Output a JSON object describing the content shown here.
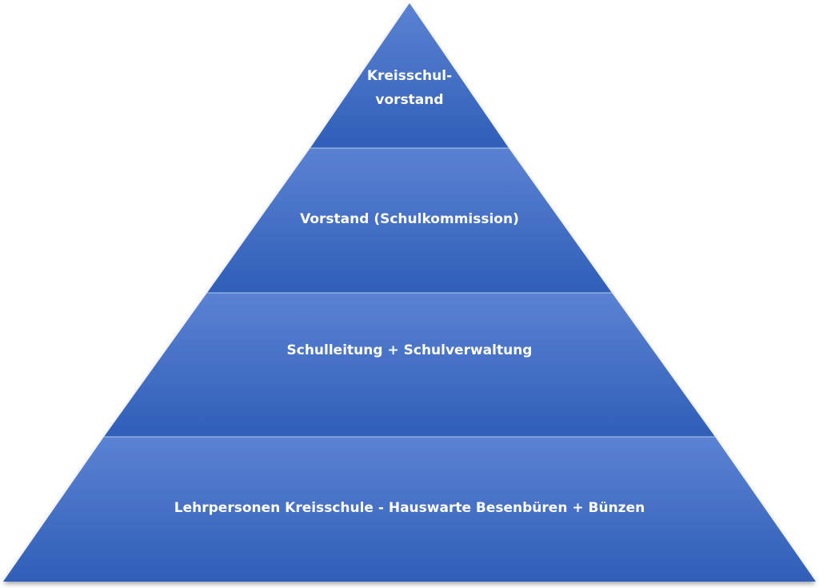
{
  "diagram": {
    "levels": [
      {
        "label": "Kreisschul-\nvorstand"
      },
      {
        "label": "Vorstand (Schulkommission)"
      },
      {
        "label": "Schulleitung + Schulverwaltung"
      },
      {
        "label": "Lehrpersonen Kreisschule - Hauswarte Besenbüren + Bünzen"
      }
    ]
  },
  "colors": {
    "band_light": "#5b82d2",
    "band_dark": "#2f5fb8",
    "separator": "#ffffff"
  }
}
